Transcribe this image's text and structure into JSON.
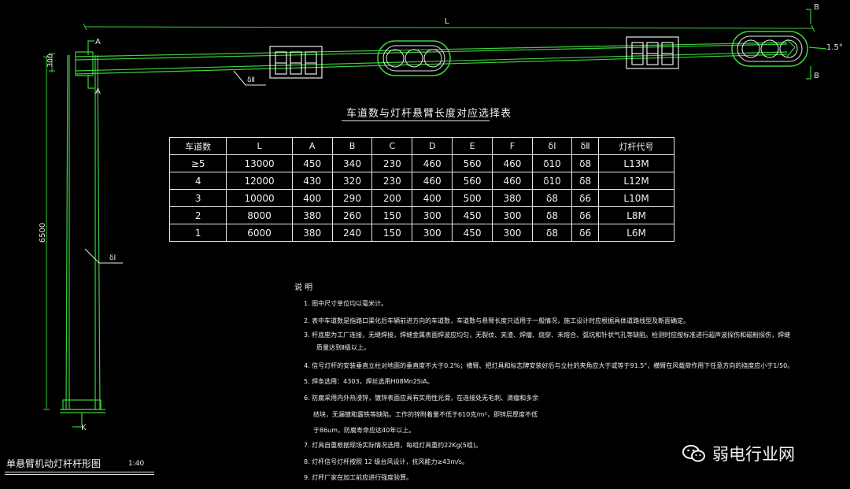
{
  "table": {
    "title": "车道数与灯杆悬臂长度对应选择表",
    "headers": [
      "车道数",
      "L",
      "A",
      "B",
      "C",
      "D",
      "E",
      "F",
      "δⅠ",
      "δⅡ",
      "灯杆代号"
    ],
    "rows": [
      [
        "≥5",
        "13000",
        "450",
        "340",
        "230",
        "460",
        "560",
        "460",
        "δ10",
        "δ8",
        "L13M"
      ],
      [
        "4",
        "12000",
        "430",
        "320",
        "230",
        "460",
        "560",
        "460",
        "δ10",
        "δ8",
        "L12M"
      ],
      [
        "3",
        "10000",
        "400",
        "290",
        "200",
        "400",
        "500",
        "380",
        "δ8",
        "δ6",
        "L10M"
      ],
      [
        "2",
        "8000",
        "380",
        "260",
        "150",
        "300",
        "450",
        "300",
        "δ8",
        "δ6",
        "L8M"
      ],
      [
        "1",
        "6000",
        "380",
        "240",
        "150",
        "300",
        "450",
        "300",
        "δ8",
        "δ6",
        "L6M"
      ]
    ]
  },
  "dims": {
    "L": "L",
    "height": "6500",
    "top": "300",
    "angle": "1.5°",
    "deltaI_arm": "δⅡ",
    "deltaI_pole": "δⅠ",
    "sectionA": "A",
    "sectionB": "B",
    "sectionK": "K"
  },
  "notes": {
    "heading": "说  明",
    "items": [
      "1. 图中尺寸单位均以毫米计。",
      "2. 表中车道数是指路口渠化后车辆前进方向的车道数，车道数与悬臂长度只适用于一般情况，施工设计时应根据具体道路线型及断面确定。",
      "3. 杆底座为工厂连接，无缝焊接，焊缝金属表面焊波应均匀，无裂纹、夹渣、焊瘤、烧穿、未熔合、弧坑和针状气孔等缺陷。检测时应按标准进行超声波探伤和磁粉探伤，焊缝",
      "质量达到Ⅱ级以上。",
      "4. 信号灯杆的安装垂直立柱对地面的垂直度不大于0.2%；横臂、把灯具和标志牌安装好后与立柱的夹角应大于或等于91.5°，横臂在风载荷作用下任意方向的挠度应小于1/50。",
      "5. 焊条选用：4303，焊丝选用H08Mn2SiA。",
      "6. 防腐采用内外热浸锌，镀锌表面应具有实用性光滑，在连接处无毛刺、滴瘤和多余",
      "结块，无漏镀和露铁等缺陷。工作的锌附着量不低于610克/m²，即锌层厚度不低",
      "于86um，防腐寿命应达40年以上。",
      "7. 灯具自重根据现场实际情况选用，每组灯具重约22Kg(5组)。",
      "8. 灯杆信号灯杆按照 12 级台风设计，抗风能力≥43m/s。",
      "9. 灯杆厂家在加工前应进行强度验算。"
    ]
  },
  "drawing": {
    "title": "单悬臂机动灯杆杆形图",
    "scale": "1:40"
  },
  "watermark": {
    "text": "弱电行业网",
    "icon": "wechat-icon"
  },
  "colors": {
    "background": "#000000",
    "lines": "#e8e8e8",
    "pole": "#39d13a",
    "signal": "#3bd53c"
  }
}
